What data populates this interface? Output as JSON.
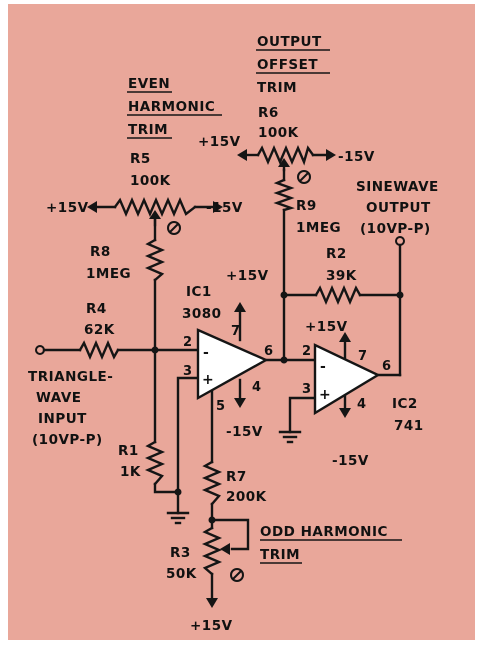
{
  "colors": {
    "background": "#E9A79A",
    "ink": "#151515",
    "frame": "#FFFFFF"
  },
  "labels": {
    "even_trim": [
      "EVEN",
      "HARMONIC",
      "TRIM"
    ],
    "output_offset_trim": [
      "OUTPUT",
      "OFFSET",
      "TRIM"
    ],
    "odd_harmonic_trim": [
      "ODD HARMONIC",
      "TRIM"
    ],
    "sinewave_output": [
      "SINEWAVE",
      "OUTPUT",
      "(10VP-P)"
    ],
    "triangle_input": [
      "TRIANGLE-",
      "WAVE",
      "INPUT",
      "(10VP-P)"
    ]
  },
  "components": {
    "r1": {
      "ref": "R1",
      "value": "1K"
    },
    "r2": {
      "ref": "R2",
      "value": "39K"
    },
    "r3": {
      "ref": "R3",
      "value": "50K"
    },
    "r4": {
      "ref": "R4",
      "value": "62K"
    },
    "r5": {
      "ref": "R5",
      "value": "100K"
    },
    "r6": {
      "ref": "R6",
      "value": "100K"
    },
    "r7": {
      "ref": "R7",
      "value": "200K"
    },
    "r8": {
      "ref": "R8",
      "value": "1MEG"
    },
    "r9": {
      "ref": "R9",
      "value": "1MEG"
    },
    "ic1": {
      "ref": "IC1",
      "value": "3080"
    },
    "ic2": {
      "ref": "IC2",
      "value": "741"
    }
  },
  "supplies": {
    "pos": "+15V",
    "neg": "-15V"
  },
  "pins": {
    "ic1": {
      "inv": "2",
      "noninv": "3",
      "vpos": "7",
      "vneg": "4",
      "iabc": "5",
      "out": "6"
    },
    "ic2": {
      "inv": "2",
      "noninv": "3",
      "vpos": "7",
      "vneg": "4",
      "out": "6"
    }
  },
  "symbols": {
    "minus": "-",
    "plus": "+"
  }
}
